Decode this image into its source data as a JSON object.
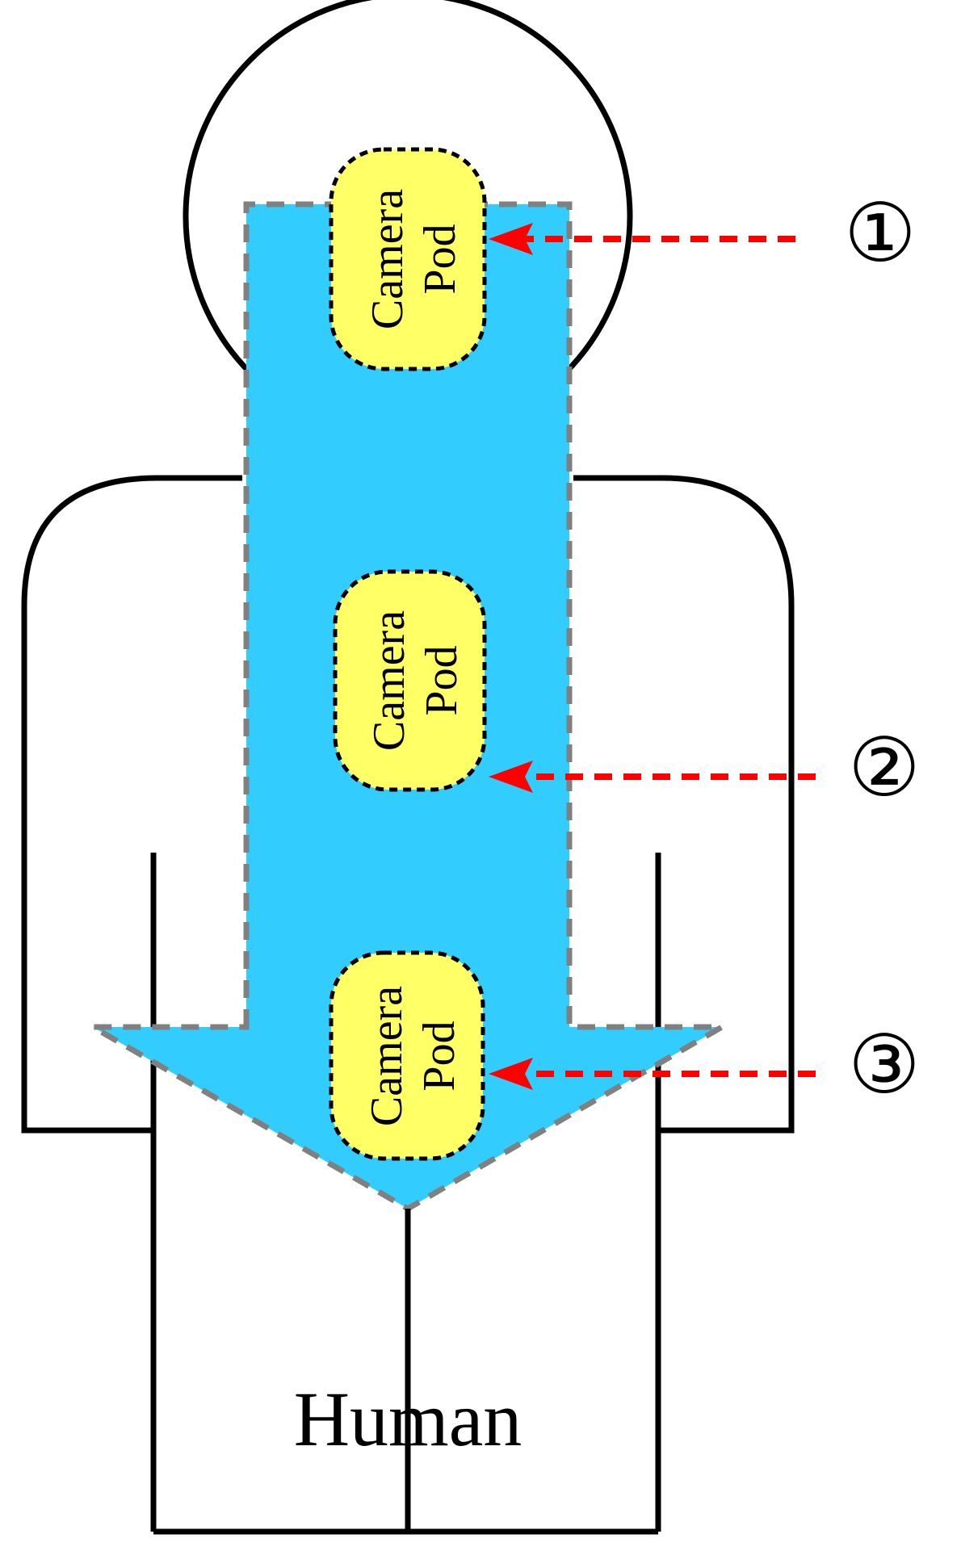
{
  "figure": {
    "human_label": "Human",
    "pods": [
      {
        "id": "pod-1",
        "line1": "Camera",
        "line2": "Pod",
        "marker": "①"
      },
      {
        "id": "pod-2",
        "line1": "Camera",
        "line2": "Pod",
        "marker": "②"
      },
      {
        "id": "pod-3",
        "line1": "Camera",
        "line2": "Pod",
        "marker": "③"
      }
    ],
    "colors": {
      "arrow_fill": "#33CCFF",
      "arrow_outline": "#808080",
      "pod_fill": "#FFFF66",
      "pointer_color": "#FF0000",
      "outline": "#000000"
    }
  }
}
